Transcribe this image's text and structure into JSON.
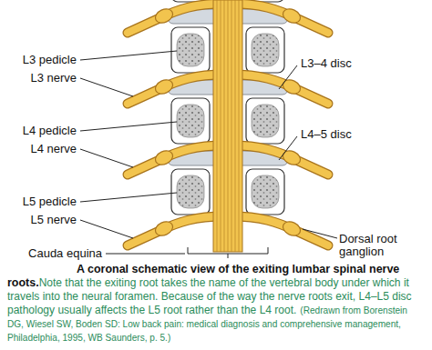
{
  "diagram": {
    "caption": "A coronal schematic view of the exiting lumbar spinal nerve roots.",
    "labels": [
      "L3–4 disc",
      "L3 pedicle",
      "L3 nerve",
      "L4–5 disc",
      "L4 pedicle",
      "L4 nerve",
      "L5 pedicle",
      "L5 nerve",
      "Dorsal root ganglion",
      "Cauda equina",
      "Note that the exiting root takes the name of the vertebral body under which it travels into the neural foramen. Because of the way the nerve roots exit, L4–L5 disc pathology usually affects the L5 root rather than the L4 root.",
      "(Redrawn from Borenstein DG, Wiesel SW, Boden SD: Low back pain: medical diagnosis and comprehensive management, Philadelphia, 1995, WB Saunders, p. 5.)"
    ]
  }
}
